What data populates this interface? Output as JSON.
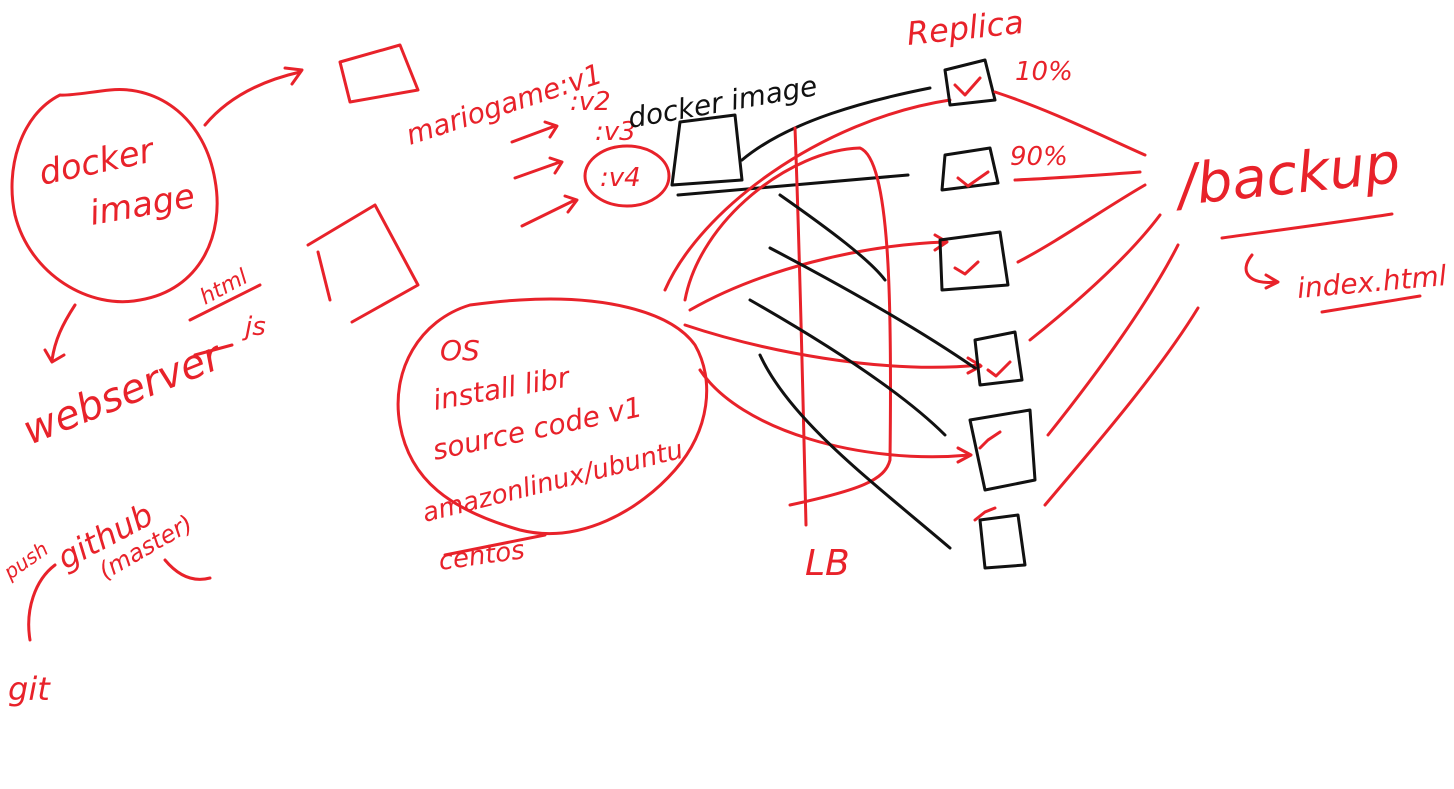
{
  "colors": {
    "red_ink": "#e8222a",
    "black_ink": "#111111",
    "background": "#ffffff"
  },
  "notes": {
    "docker_image": [
      "docker",
      "image"
    ],
    "webserver": "webserver",
    "html": "html",
    "js": "js",
    "mario_game": "mariogame:v1",
    "v2": ":v2",
    "v3": ":v3",
    "v4": ":v4",
    "docker_image_label": "docker image",
    "os_box": [
      "OS",
      "install libr",
      "source code v1",
      "amazonlinux/ubuntu",
      "centos"
    ],
    "push": "push",
    "github": "github",
    "master": "(master)",
    "git": "git",
    "lb": "LB",
    "replica": "Replica",
    "pct_10": "10%",
    "pct_90": "90%",
    "backup": "/backup",
    "index_html": "index.html"
  }
}
